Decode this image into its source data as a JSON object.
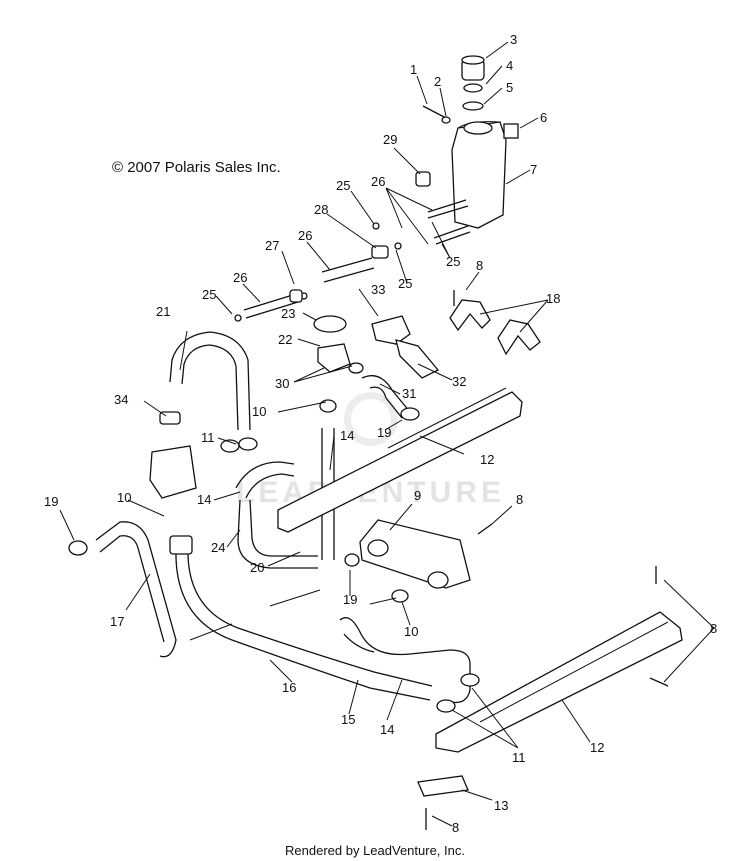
{
  "copyright": "© 2007 Polaris Sales Inc.",
  "footer": "Rendered by LeadVenture, Inc.",
  "watermark": "LEADVENTURE",
  "callouts": {
    "c1": "1",
    "c2": "2",
    "c3": "3",
    "c4": "4",
    "c5": "5",
    "c6": "6",
    "c7": "7",
    "c8a": "8",
    "c8b": "8",
    "c8c": "8",
    "c8d": "8",
    "c9": "9",
    "c10a": "10",
    "c10b": "10",
    "c10c": "10",
    "c11a": "11",
    "c11b": "11",
    "c12a": "12",
    "c12b": "12",
    "c13": "13",
    "c14a": "14",
    "c14b": "14",
    "c14c": "14",
    "c15": "15",
    "c16": "16",
    "c17": "17",
    "c18": "18",
    "c19a": "19",
    "c19b": "19",
    "c19c": "19",
    "c20": "20",
    "c21": "21",
    "c22": "22",
    "c23": "23",
    "c24": "24",
    "c25a": "25",
    "c25b": "25",
    "c25c": "25",
    "c25d": "25",
    "c26a": "26",
    "c26b": "26",
    "c26c": "26",
    "c27": "27",
    "c28": "28",
    "c29": "29",
    "c30": "30",
    "c31": "31",
    "c32": "32",
    "c33": "33",
    "c34": "34"
  }
}
